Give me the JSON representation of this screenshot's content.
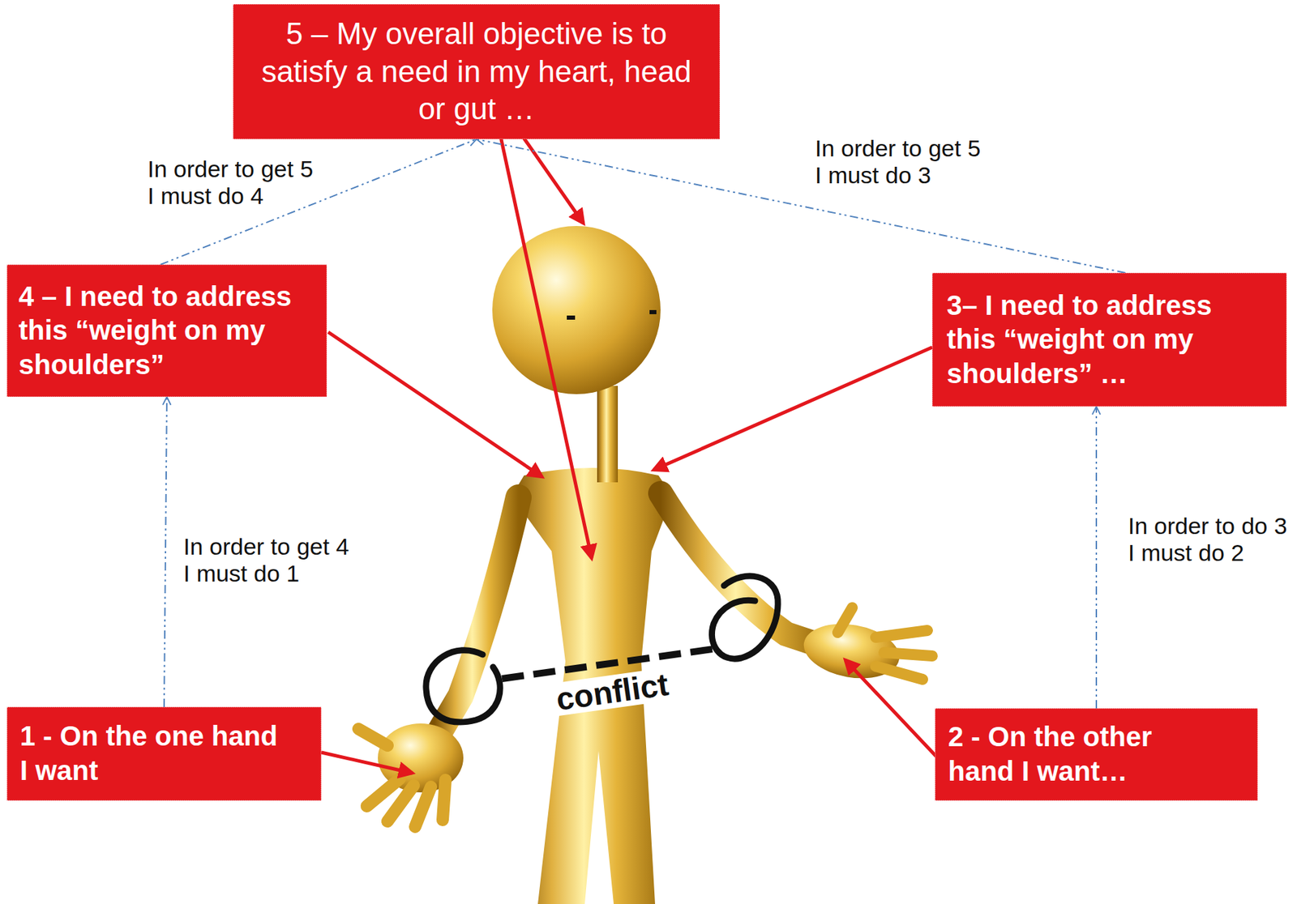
{
  "diagram": {
    "nodes": [
      {
        "text": [
          "5 – My overall objective is to satisfy a need in my heart, head or gut …"
        ]
      },
      {
        "text": [
          "4 – I need to address this “weight on my shoulders”"
        ]
      },
      {
        "text": [
          "3– I need to address this “weight on my shoulders” …"
        ]
      },
      {
        "text": [
          "1 - On the one hand I want"
        ]
      },
      {
        "text": [
          "2 - On the other hand I want…"
        ]
      }
    ],
    "edges": [
      {
        "from": 1,
        "to": 0,
        "arrow": "to",
        "label": "In order to get 5 I must do 4"
      },
      {
        "from": 2,
        "to": 0,
        "arrow": "to",
        "label": "In order to get 5 I must do 3"
      },
      {
        "from": 3,
        "to": 1,
        "arrow": "to",
        "label": "In order to get 4 I must do 1"
      },
      {
        "from": 4,
        "to": 2,
        "arrow": "to",
        "label": "In order to do 3 I must do 2"
      }
    ],
    "labels": [
      "conflict"
    ]
  }
}
